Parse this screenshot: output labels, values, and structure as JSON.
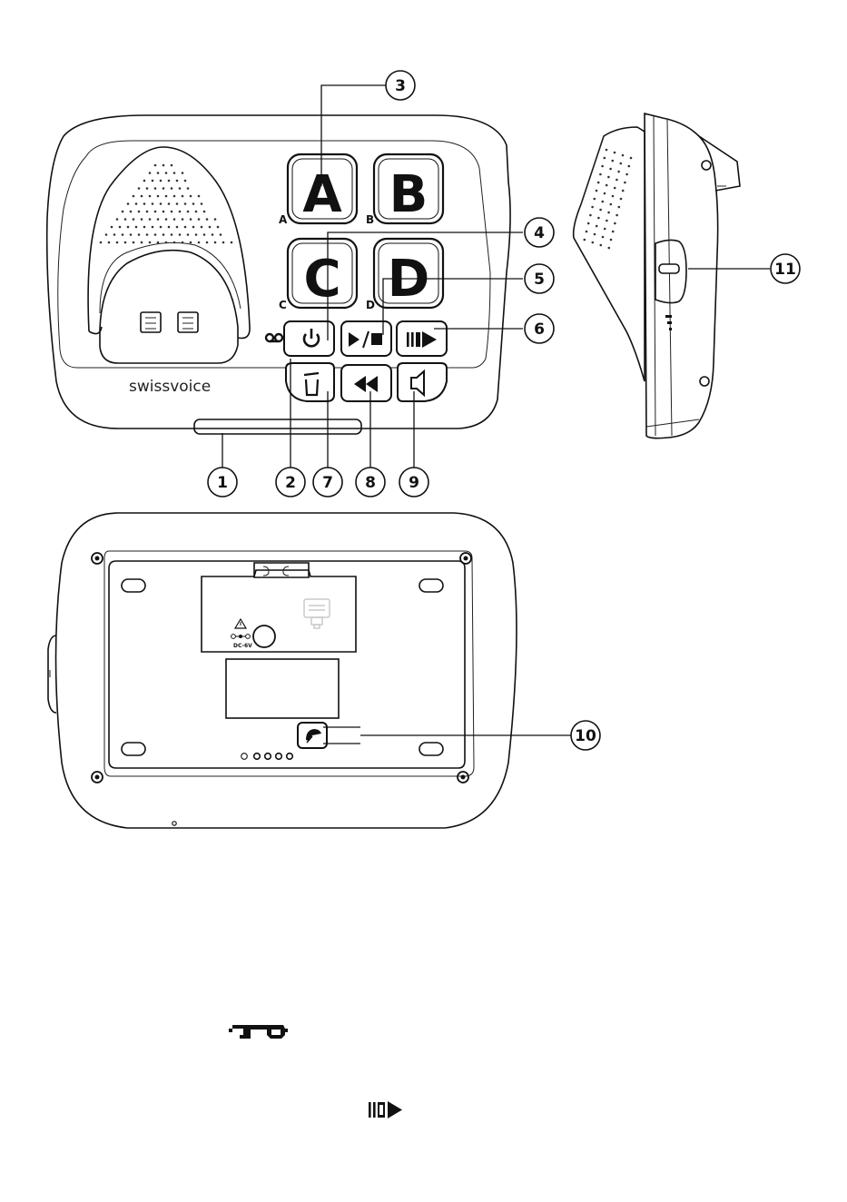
{
  "callouts": {
    "c1": "1",
    "c2": "2",
    "c3": "3",
    "c4": "4",
    "c5": "5",
    "c6": "6",
    "c7": "7",
    "c8": "8",
    "c9": "9",
    "c10": "10",
    "c11": "11"
  },
  "keys": {
    "a": "A",
    "b": "B",
    "c": "C",
    "d": "D",
    "a_sub": "A",
    "b_sub": "B",
    "c_sub": "C",
    "d_sub": "D"
  },
  "brand": "swissvoice",
  "power_label": "DC-6V",
  "icons": {
    "answering_machine": "voicemail-icon",
    "power": "power-icon",
    "play_stop": "play-stop-icon",
    "skip": "skip-forward-icon",
    "delete": "trash-icon",
    "rewind": "rewind-icon",
    "speaker": "speaker-icon",
    "warning": "warning-icon",
    "page": "page-key-icon"
  }
}
